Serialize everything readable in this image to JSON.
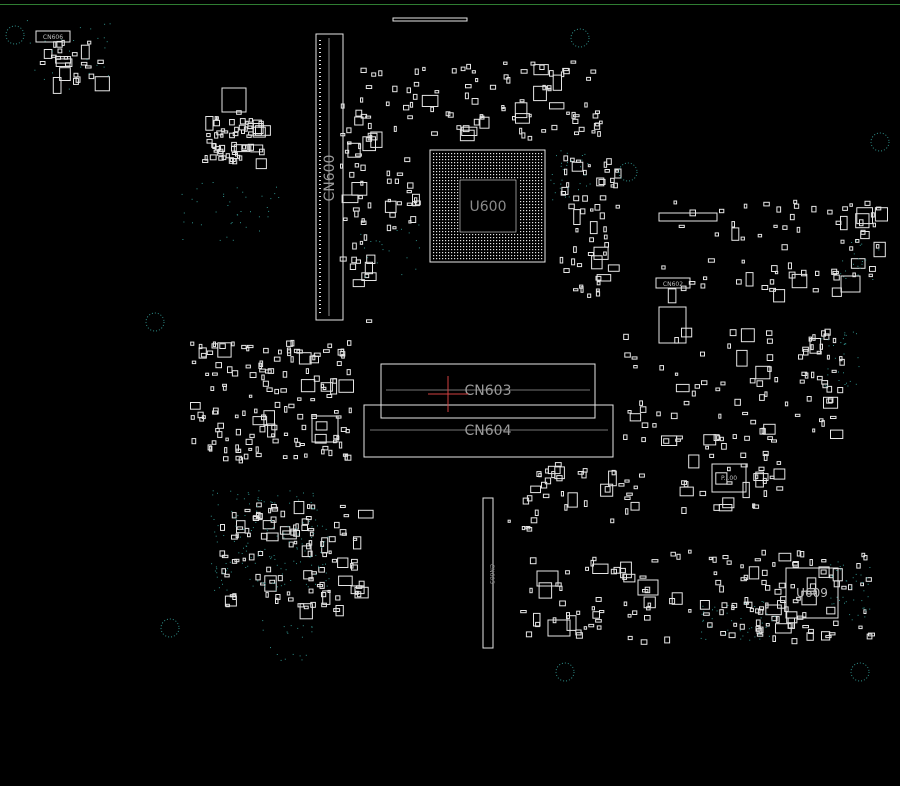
{
  "board": {
    "background": "#000000",
    "outline_color": "#e6e6e6",
    "pad_color": "#2f8f8a",
    "border_color": "#2f7d32",
    "cursor_color": "#d04040"
  },
  "labels": {
    "cn600": "CN600",
    "u600": "U600",
    "cn603": "CN603",
    "cn604": "CN604",
    "cn605": "CN605",
    "u609": "U609",
    "cn606": "CN606",
    "c_small_1": "CN602",
    "c_small_2": "P...00"
  }
}
